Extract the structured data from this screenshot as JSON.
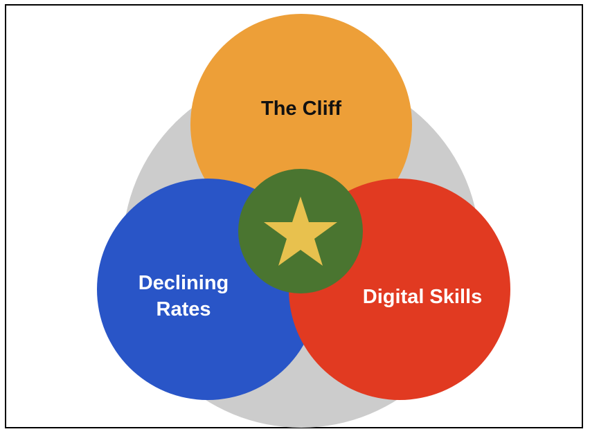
{
  "diagram": {
    "top_circle": {
      "label": "The Cliff",
      "color": "#ED9F38"
    },
    "left_circle": {
      "label_line1": "Declining",
      "label_line2": "Rates",
      "color": "#2955C7"
    },
    "right_circle": {
      "label": "Digital Skills",
      "color": "#E13A21"
    },
    "background_circle": {
      "color": "#CCCCCC"
    },
    "center_circle": {
      "color": "#4A7530"
    },
    "center_icon": {
      "icon": "star-icon",
      "color": "#E8C14E"
    }
  }
}
